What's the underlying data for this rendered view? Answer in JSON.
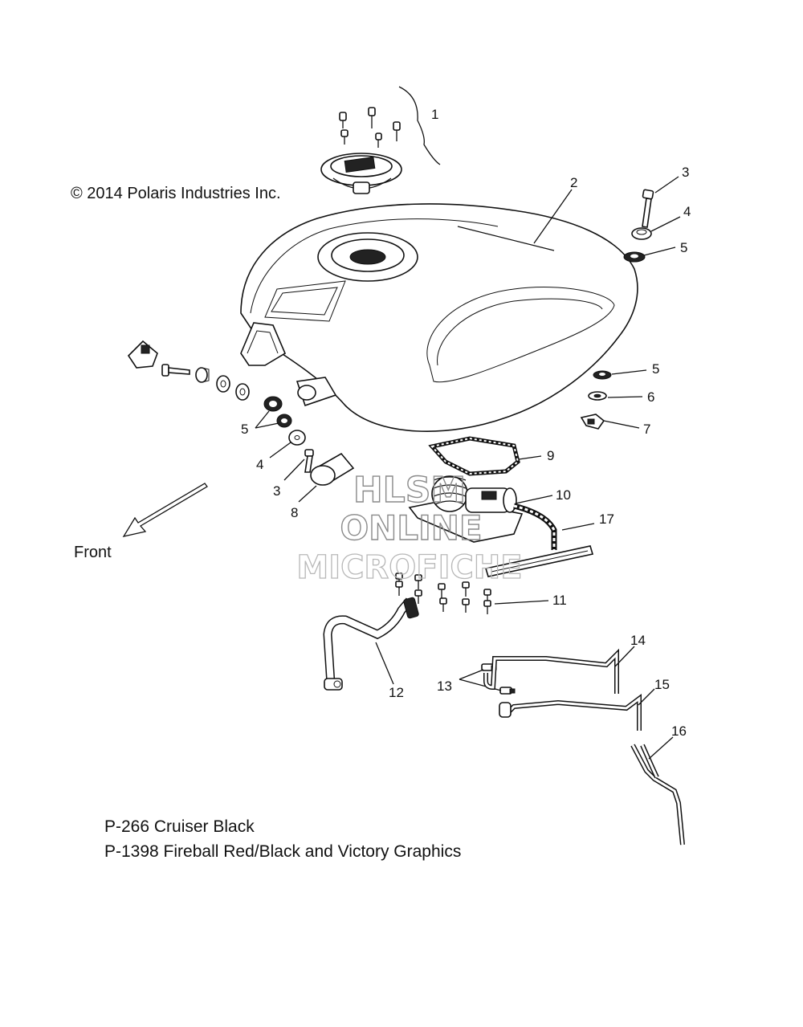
{
  "copyright": "© 2014 Polaris Industries Inc.",
  "front_label": "Front",
  "watermark": {
    "line1": "HLSM",
    "line2": "ONLINE",
    "line3": "MICROFICHE"
  },
  "notes": [
    "P-266  Cruiser Black",
    "P-1398 Fireball Red/Black and Victory Graphics"
  ],
  "callouts": [
    "1",
    "2",
    "3",
    "4",
    "5",
    "5",
    "6",
    "7",
    "9",
    "10",
    "17",
    "11",
    "5",
    "4",
    "3",
    "8",
    "12",
    "13",
    "14",
    "15",
    "16"
  ]
}
